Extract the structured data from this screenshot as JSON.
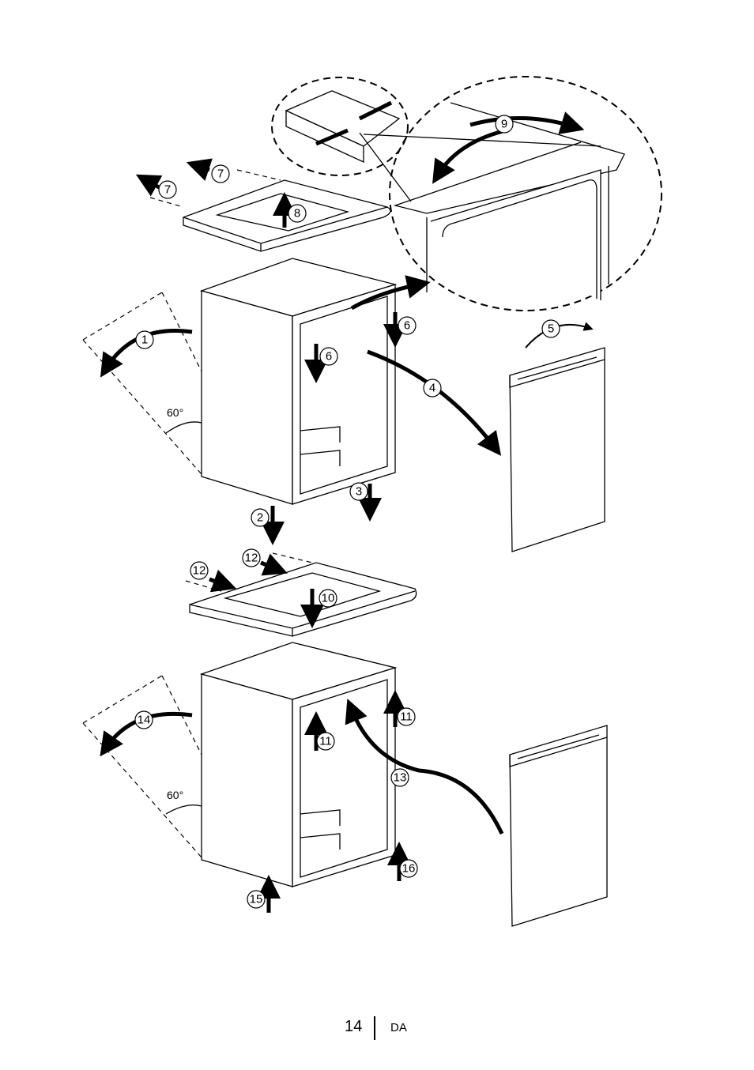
{
  "callouts": {
    "c7a": "7",
    "c7b": "7",
    "c8": "8",
    "c9": "9",
    "c1": "1",
    "c6a": "6",
    "c6b": "6",
    "c5": "5",
    "c4": "4",
    "c3": "3",
    "c2": "2",
    "c12a": "12",
    "c12b": "12",
    "c10": "10",
    "c14": "14",
    "c11a": "11",
    "c11b": "11",
    "c13": "13",
    "c16": "16",
    "c15": "15"
  },
  "angles": {
    "top": "60°",
    "bottom": "60°"
  },
  "footer": {
    "page_number": "14",
    "language": "DA"
  }
}
